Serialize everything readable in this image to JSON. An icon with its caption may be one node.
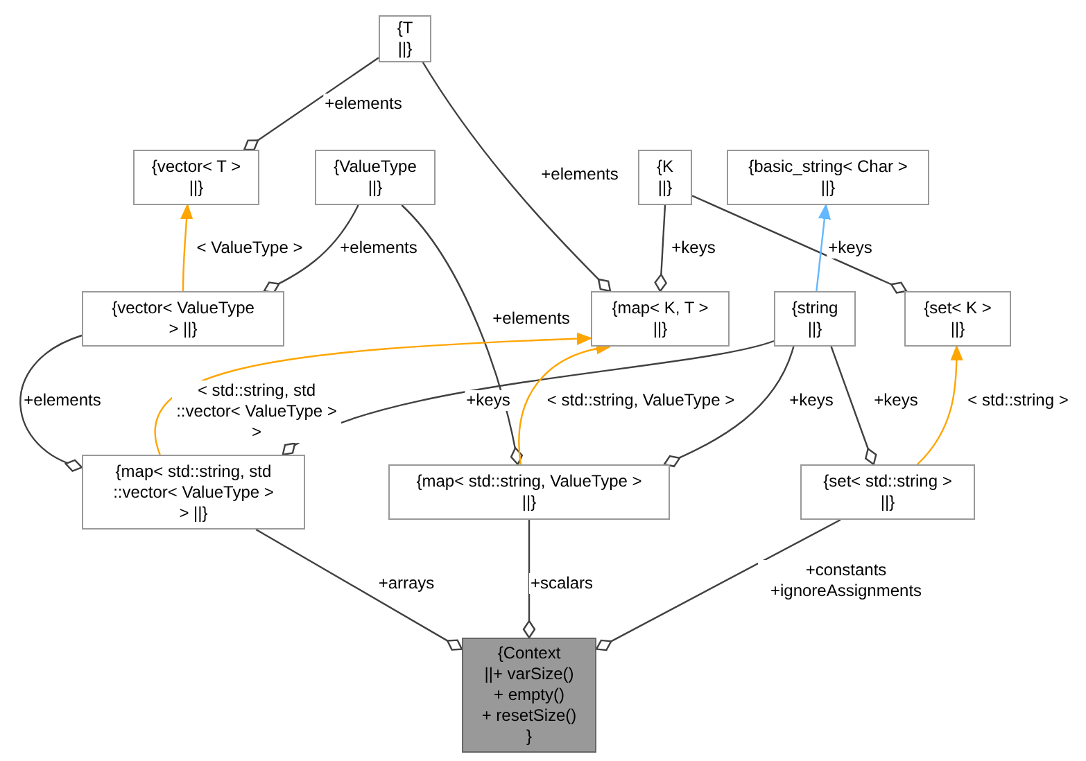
{
  "diagram": {
    "nodes": [
      {
        "text": [
          "{T ||}"
        ]
      },
      {
        "text": [
          "{vector< T > ||}"
        ]
      },
      {
        "text": [
          "{ValueType ||}"
        ]
      },
      {
        "text": [
          "{K ||}"
        ]
      },
      {
        "text": [
          "{basic_string< Char > ||}"
        ]
      },
      {
        "text": [
          "{vector< ValueType > ||}"
        ]
      },
      {
        "text": [
          "{map< K, T > ||}"
        ]
      },
      {
        "text": [
          "{string ||}"
        ]
      },
      {
        "text": [
          "{set< K > ||}"
        ]
      },
      {
        "text": [
          "{map< std::string, std ::vector< ValueType > > ||}"
        ]
      },
      {
        "text": [
          "{map< std::string, ValueType > ||}"
        ]
      },
      {
        "text": [
          "{set< std::string > ||}"
        ]
      },
      {
        "text": [
          "{Context",
          "||+ varSize()",
          "+ empty()",
          "+ resetSize()",
          "}"
        ]
      }
    ],
    "edges": [
      {
        "from": 0,
        "to": 1,
        "arrow": "other",
        "label": "+elements"
      },
      {
        "from": 0,
        "to": 6,
        "arrow": "other",
        "label": "+elements"
      },
      {
        "from": 2,
        "to": 5,
        "arrow": "other",
        "label": "+elements"
      },
      {
        "from": 2,
        "to": 10,
        "arrow": "other",
        "label": "+elements"
      },
      {
        "from": 3,
        "to": 6,
        "arrow": "other",
        "label": "+keys"
      },
      {
        "from": 3,
        "to": 8,
        "arrow": "other",
        "label": "+keys"
      },
      {
        "from": 7,
        "to": 4,
        "arrow": "to",
        "color": "#63b8ff"
      },
      {
        "from": 5,
        "to": 1,
        "arrow": "to",
        "label": "< ValueType >",
        "color": "#ffa500"
      },
      {
        "from": 5,
        "to": 9,
        "arrow": "other",
        "label": "+elements"
      },
      {
        "from": 9,
        "to": 6,
        "arrow": "to",
        "label": "< std::string, std ::vector< ValueType > >",
        "color": "#ffa500"
      },
      {
        "from": 7,
        "to": 9,
        "arrow": "other",
        "label": "+keys"
      },
      {
        "from": 10,
        "to": 6,
        "arrow": "to",
        "label": "< std::string, ValueType >",
        "color": "#ffa500"
      },
      {
        "from": 7,
        "to": 10,
        "arrow": "other",
        "label": "+keys"
      },
      {
        "from": 7,
        "to": 11,
        "arrow": "other",
        "label": "+keys"
      },
      {
        "from": 11,
        "to": 8,
        "arrow": "to",
        "label": "< std::string >",
        "color": "#ffa500"
      },
      {
        "from": 9,
        "to": 12,
        "arrow": "other",
        "label": "+arrays"
      },
      {
        "from": 10,
        "to": 12,
        "arrow": "other",
        "label": "+scalars"
      },
      {
        "from": 11,
        "to": 12,
        "arrow": "other",
        "label": "+constants +ignoreAssignments"
      }
    ]
  }
}
